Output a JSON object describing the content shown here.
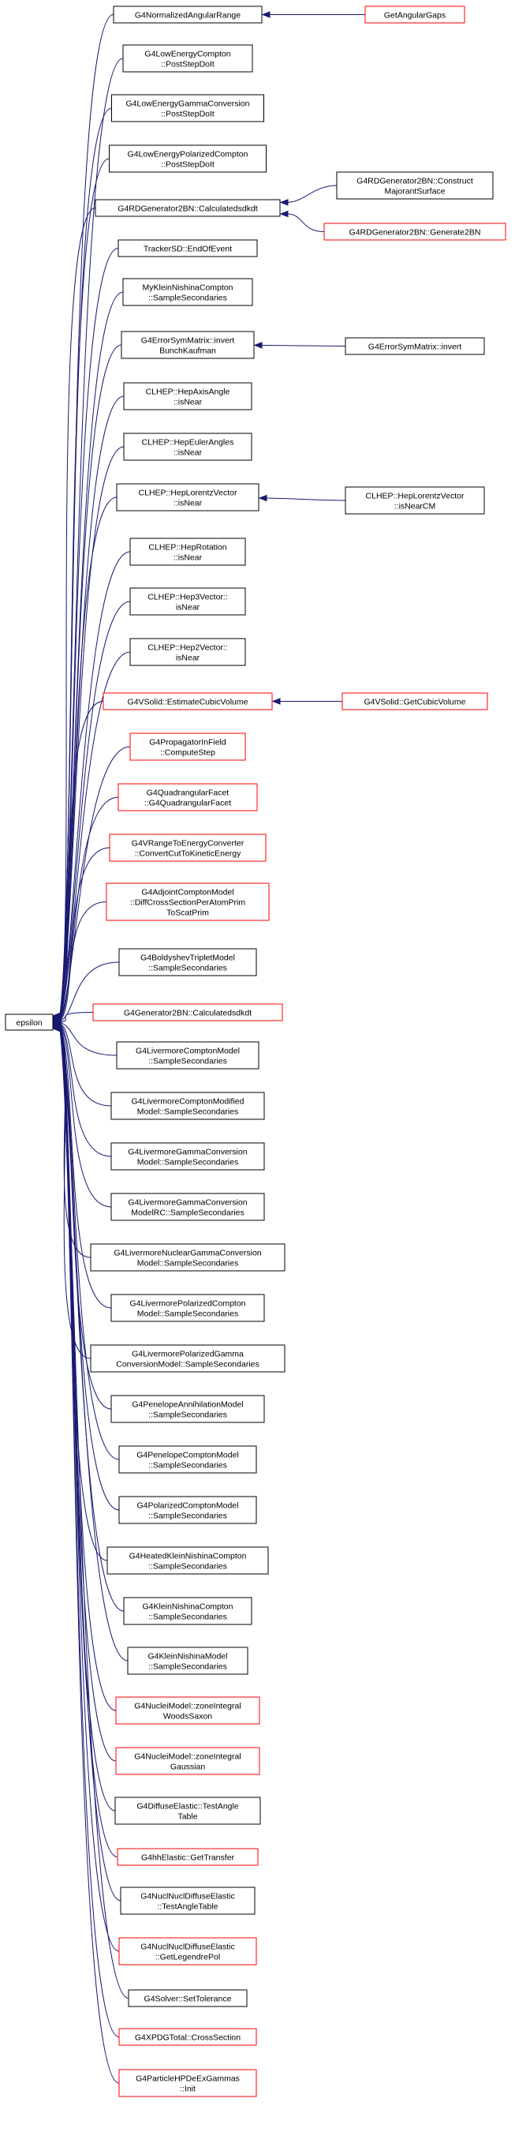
{
  "colors": {
    "black_border": "#000000",
    "red_border": "#ff0000",
    "root_fill": "#bfbfbf",
    "edge": "#191970"
  },
  "root": {
    "id": "epsilon",
    "lines": [
      "epsilon"
    ],
    "border": "black"
  },
  "callers": [
    {
      "id": "getnormalizedangularrange",
      "lines": [
        "G4NormalizedAngularRange"
      ],
      "border": "black"
    },
    {
      "id": "g4lowenergycompton-poststepdoit",
      "lines": [
        "G4LowEnergyCompton",
        "::PostStepDoIt"
      ],
      "border": "black"
    },
    {
      "id": "g4lowenergygammaconversion-poststepdoit",
      "lines": [
        "G4LowEnergyGammaConversion",
        "::PostStepDoIt"
      ],
      "border": "black"
    },
    {
      "id": "g4lowenergypolarizedcompton-poststepdoit",
      "lines": [
        "G4LowEnergyPolarizedCompton",
        "::PostStepDoIt"
      ],
      "border": "black"
    },
    {
      "id": "g4rdgenerator2bn-calculatedsdkdt",
      "lines": [
        "G4RDGenerator2BN::Calculatedsdkdt"
      ],
      "border": "black"
    },
    {
      "id": "trackersd-endofevent",
      "lines": [
        "TrackerSD::EndOfEvent"
      ],
      "border": "black"
    },
    {
      "id": "mykleinnishinacompton-samplesecondaries",
      "lines": [
        "MyKleinNishinaCompton",
        "::SampleSecondaries"
      ],
      "border": "black"
    },
    {
      "id": "g4errorsymmatrix-invertbunchkaufman",
      "lines": [
        "G4ErrorSymMatrix::invert",
        "BunchKaufman"
      ],
      "border": "black"
    },
    {
      "id": "clhep-hepaxisangle-isnear",
      "lines": [
        "CLHEP::HepAxisAngle",
        "::isNear"
      ],
      "border": "black"
    },
    {
      "id": "clhep-hepeulerangles-isnear",
      "lines": [
        "CLHEP::HepEulerAngles",
        "::isNear"
      ],
      "border": "black"
    },
    {
      "id": "clhep-heplorentzvector-isnear",
      "lines": [
        "CLHEP::HepLorentzVector",
        "::isNear"
      ],
      "border": "black"
    },
    {
      "id": "clhep-heprotation-isnear",
      "lines": [
        "CLHEP::HepRotation",
        "::isNear"
      ],
      "border": "black"
    },
    {
      "id": "clhep-hep3vector-isnear",
      "lines": [
        "CLHEP::Hep3Vector::",
        "isNear"
      ],
      "border": "black"
    },
    {
      "id": "clhep-hep2vector-isnear",
      "lines": [
        "CLHEP::Hep2Vector::",
        "isNear"
      ],
      "border": "black"
    },
    {
      "id": "g4vsolid-estimatecubicvolume",
      "lines": [
        "G4VSolid::EstimateCubicVolume"
      ],
      "border": "red"
    },
    {
      "id": "g4propagatorinfield-computestep",
      "lines": [
        "G4PropagatorInField",
        "::ComputeStep"
      ],
      "border": "red"
    },
    {
      "id": "g4quadrangularfacet",
      "lines": [
        "G4QuadrangularFacet",
        "::G4QuadrangularFacet"
      ],
      "border": "red"
    },
    {
      "id": "g4vrangetoenergyconverter",
      "lines": [
        "G4VRangeToEnergyConverter",
        "::ConvertCutToKineticEnergy"
      ],
      "border": "red"
    },
    {
      "id": "g4adjointcomptonmodel",
      "lines": [
        "G4AdjointComptonModel",
        "::DiffCrossSectionPerAtomPrim",
        "ToScatPrim"
      ],
      "border": "red"
    },
    {
      "id": "g4boldyshevtripletmodel",
      "lines": [
        "G4BoldyshevTripletModel",
        "::SampleSecondaries"
      ],
      "border": "black"
    },
    {
      "id": "g4generator2bn-calculatedsdkdt",
      "lines": [
        "G4Generator2BN::Calculatedsdkdt"
      ],
      "border": "red"
    },
    {
      "id": "g4livermorecomptonmodel",
      "lines": [
        "G4LivermoreComptonModel",
        "::SampleSecondaries"
      ],
      "border": "black"
    },
    {
      "id": "g4livermorecomptonmodified",
      "lines": [
        "G4LivermoreComptonModified",
        "Model::SampleSecondaries"
      ],
      "border": "black"
    },
    {
      "id": "g4livermoregammaconversion",
      "lines": [
        "G4LivermoreGammaConversion",
        "Model::SampleSecondaries"
      ],
      "border": "black"
    },
    {
      "id": "g4livermoregammaconversionrc",
      "lines": [
        "G4LivermoreGammaConversion",
        "ModelRC::SampleSecondaries"
      ],
      "border": "black"
    },
    {
      "id": "g4livermorenucleargammaconversion",
      "lines": [
        "G4LivermoreNuclearGammaConversion",
        "Model::SampleSecondaries"
      ],
      "border": "black"
    },
    {
      "id": "g4livermorepolarizedcompton",
      "lines": [
        "G4LivermorePolarizedCompton",
        "Model::SampleSecondaries"
      ],
      "border": "black"
    },
    {
      "id": "g4livermorepolarizedgamma",
      "lines": [
        "G4LivermorePolarizedGamma",
        "ConversionModel::SampleSecondaries"
      ],
      "border": "black"
    },
    {
      "id": "g4penelopeannihilationmodel",
      "lines": [
        "G4PenelopeAnnihilationModel",
        "::SampleSecondaries"
      ],
      "border": "black"
    },
    {
      "id": "g4penelopecomptonmodel",
      "lines": [
        "G4PenelopeComptonModel",
        "::SampleSecondaries"
      ],
      "border": "black"
    },
    {
      "id": "g4polarizedcomptonmodel",
      "lines": [
        "G4PolarizedComptonModel",
        "::SampleSecondaries"
      ],
      "border": "black"
    },
    {
      "id": "g4heatedkleinnishinacompton",
      "lines": [
        "G4HeatedKleinNishinaCompton",
        "::SampleSecondaries"
      ],
      "border": "black"
    },
    {
      "id": "g4kleinnishinacompton",
      "lines": [
        "G4KleinNishinaCompton",
        "::SampleSecondaries"
      ],
      "border": "black"
    },
    {
      "id": "g4kleinnishinamodel",
      "lines": [
        "G4KleinNishinaModel",
        "::SampleSecondaries"
      ],
      "border": "black"
    },
    {
      "id": "g4nucleimodel-woodssaxon",
      "lines": [
        "G4NucleiModel::zoneIntegral",
        "WoodsSaxon"
      ],
      "border": "red"
    },
    {
      "id": "g4nucleimodel-gaussian",
      "lines": [
        "G4NucleiModel::zoneIntegral",
        "Gaussian"
      ],
      "border": "red"
    },
    {
      "id": "g4diffuseelastic-testangletable",
      "lines": [
        "G4DiffuseElastic::TestAngle",
        "Table"
      ],
      "border": "black"
    },
    {
      "id": "g4hhelastic-gettransfer",
      "lines": [
        "G4hhElastic::GetTransfer"
      ],
      "border": "red"
    },
    {
      "id": "g4nuclnucldiffuseelastic-testangletable",
      "lines": [
        "G4NuclNuclDiffuseElastic",
        "::TestAngleTable"
      ],
      "border": "black"
    },
    {
      "id": "g4nuclnucldiffuseelastic-getlegendrepol",
      "lines": [
        "G4NuclNuclDiffuseElastic",
        "::GetLegendrePol"
      ],
      "border": "red"
    },
    {
      "id": "g4solver-settolerance",
      "lines": [
        "G4Solver::SetTolerance"
      ],
      "border": "black"
    },
    {
      "id": "g4xpdgtotal-crosssection",
      "lines": [
        "G4XPDGTotal::CrossSection"
      ],
      "border": "red"
    },
    {
      "id": "g4particlehpdeexgammas-init",
      "lines": [
        "G4ParticleHPDeExGammas",
        "::Init"
      ],
      "border": "red"
    }
  ],
  "second_level": [
    {
      "id": "getangulargaps",
      "lines": [
        "GetAngularGaps"
      ],
      "border": "red",
      "caller_of": "getnormalizedangularrange"
    },
    {
      "id": "g4rdgenerator2bn-constructmajorantsurface",
      "lines": [
        "G4RDGenerator2BN::Construct",
        "MajorantSurface"
      ],
      "border": "black",
      "caller_of": "g4rdgenerator2bn-calculatedsdkdt"
    },
    {
      "id": "g4rdgenerator2bn-generate2bn",
      "lines": [
        "G4RDGenerator2BN::Generate2BN"
      ],
      "border": "red",
      "caller_of": "g4rdgenerator2bn-calculatedsdkdt"
    },
    {
      "id": "g4errorsymmatrix-invert",
      "lines": [
        "G4ErrorSymMatrix::invert"
      ],
      "border": "black",
      "caller_of": "g4errorsymmatrix-invertbunchkaufman"
    },
    {
      "id": "clhep-heplorentzvector-isnearcm",
      "lines": [
        "CLHEP::HepLorentzVector",
        "::isNearCM"
      ],
      "border": "black",
      "caller_of": "clhep-heplorentzvector-isnear"
    },
    {
      "id": "g4vsolid-getcubicvolume",
      "lines": [
        "G4VSolid::GetCubicVolume"
      ],
      "border": "red",
      "caller_of": "g4vsolid-estimatecubicvolume"
    }
  ]
}
